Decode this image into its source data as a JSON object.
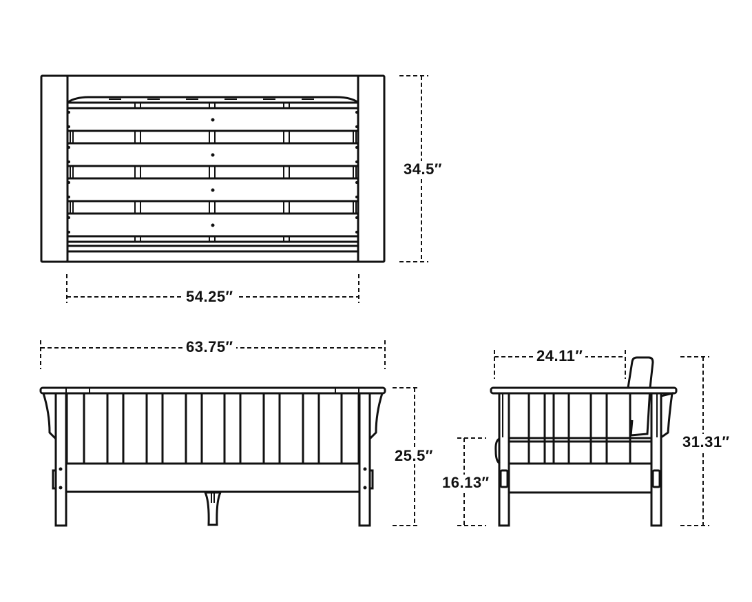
{
  "diagram": {
    "subject": "Settee dimension drawing",
    "line_color": "#111111",
    "background": "#ffffff",
    "views": [
      {
        "name": "top-view",
        "description": "Top view of settee"
      },
      {
        "name": "front-view",
        "description": "Front view of settee"
      },
      {
        "name": "side-view",
        "description": "Side view of settee"
      }
    ],
    "dimensions": {
      "top_depth": "34.5″",
      "seat_width": "54.25″",
      "overall_width": "63.75″",
      "arm_height": "25.5″",
      "seat_depth": "24.11″",
      "seat_height": "16.13″",
      "overall_height": "31.31″"
    }
  }
}
